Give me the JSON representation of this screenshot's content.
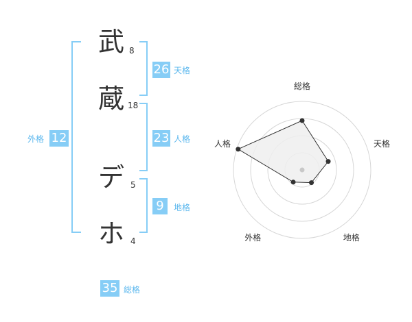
{
  "name": {
    "characters": [
      {
        "char": "武",
        "strokes": "8"
      },
      {
        "char": "蔵",
        "strokes": "18"
      },
      {
        "char": "デ",
        "strokes": "5"
      },
      {
        "char": "ホ",
        "strokes": "4"
      }
    ]
  },
  "kaku": {
    "tenkaku": {
      "value": "26",
      "label": "天格"
    },
    "jinkaku": {
      "value": "23",
      "label": "人格"
    },
    "chikaku": {
      "value": "9",
      "label": "地格"
    },
    "gaikaku": {
      "value": "12",
      "label": "外格"
    },
    "soukaku": {
      "value": "35",
      "label": "総格"
    }
  },
  "chart_data": {
    "type": "radar",
    "axes": [
      "総格",
      "天格",
      "地格",
      "外格",
      "人格"
    ],
    "values": [
      0.72,
      0.4,
      0.23,
      0.22,
      0.98
    ],
    "max": 1,
    "rings": 4,
    "colors": {
      "fill": "#efefef",
      "line": "#333333",
      "grid": "#d6d6d6",
      "point": "#333333",
      "center": "#c8c8c8"
    }
  },
  "colors": {
    "accent": "#86cdf6",
    "accent_text": "#5db8ee"
  }
}
